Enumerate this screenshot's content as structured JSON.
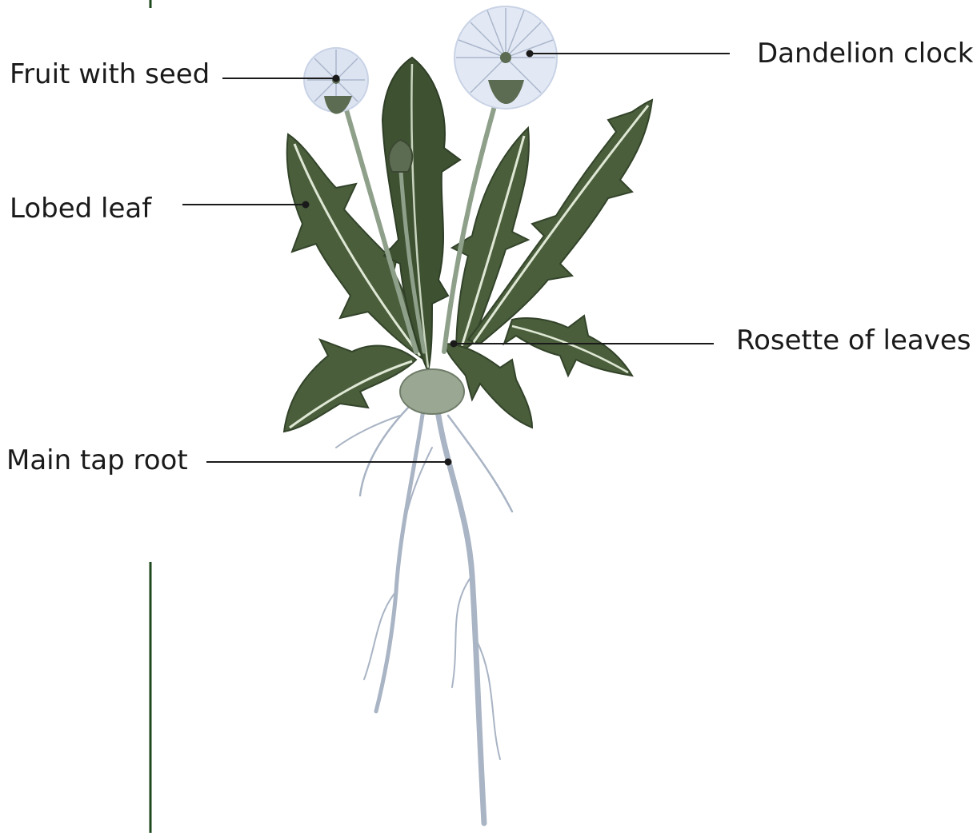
{
  "diagram": {
    "subject": "dandelion",
    "labels": {
      "fruit_with_seed": "Fruit with seed",
      "dandelion_clock": "Dandelion clock",
      "lobed_leaf": "Lobed leaf",
      "rosette_of_leaves": "Rosette of leaves",
      "main_tap_root": "Main tap root"
    },
    "colors": {
      "leaf": "#4a5e3c",
      "leaf_dark": "#33442a",
      "midrib": "#dfe8d4",
      "stem": "#8fa08a",
      "root": "#a9b4c4",
      "seedhead": "#c9d3e6",
      "leader": "#1a1a1a",
      "margin_rule": "#1f4a1f"
    }
  }
}
